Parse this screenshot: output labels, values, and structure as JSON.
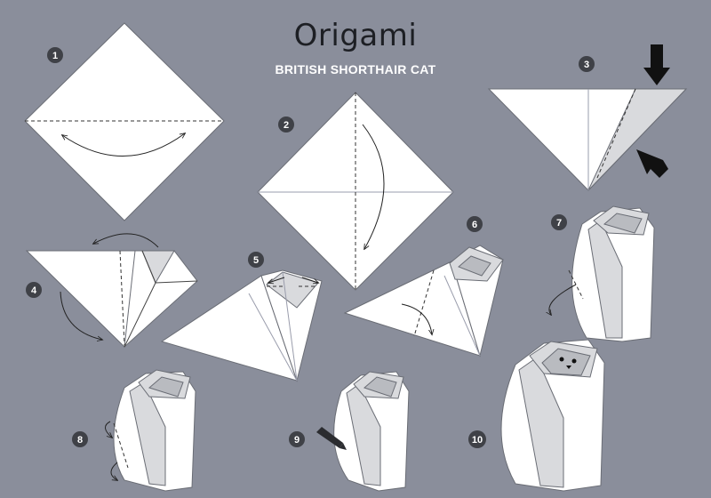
{
  "header": {
    "title": "Origami",
    "subtitle": "BRITISH SHORTHAIR CAT"
  },
  "steps": [
    "1",
    "2",
    "3",
    "4",
    "5",
    "6",
    "7",
    "8",
    "9",
    "10"
  ],
  "colors": {
    "background": "#8a8e9b",
    "paper": "#ffffff",
    "paper_shade": "#d9dadd",
    "face": "#b9bbc0",
    "badge": "#3f4147"
  }
}
